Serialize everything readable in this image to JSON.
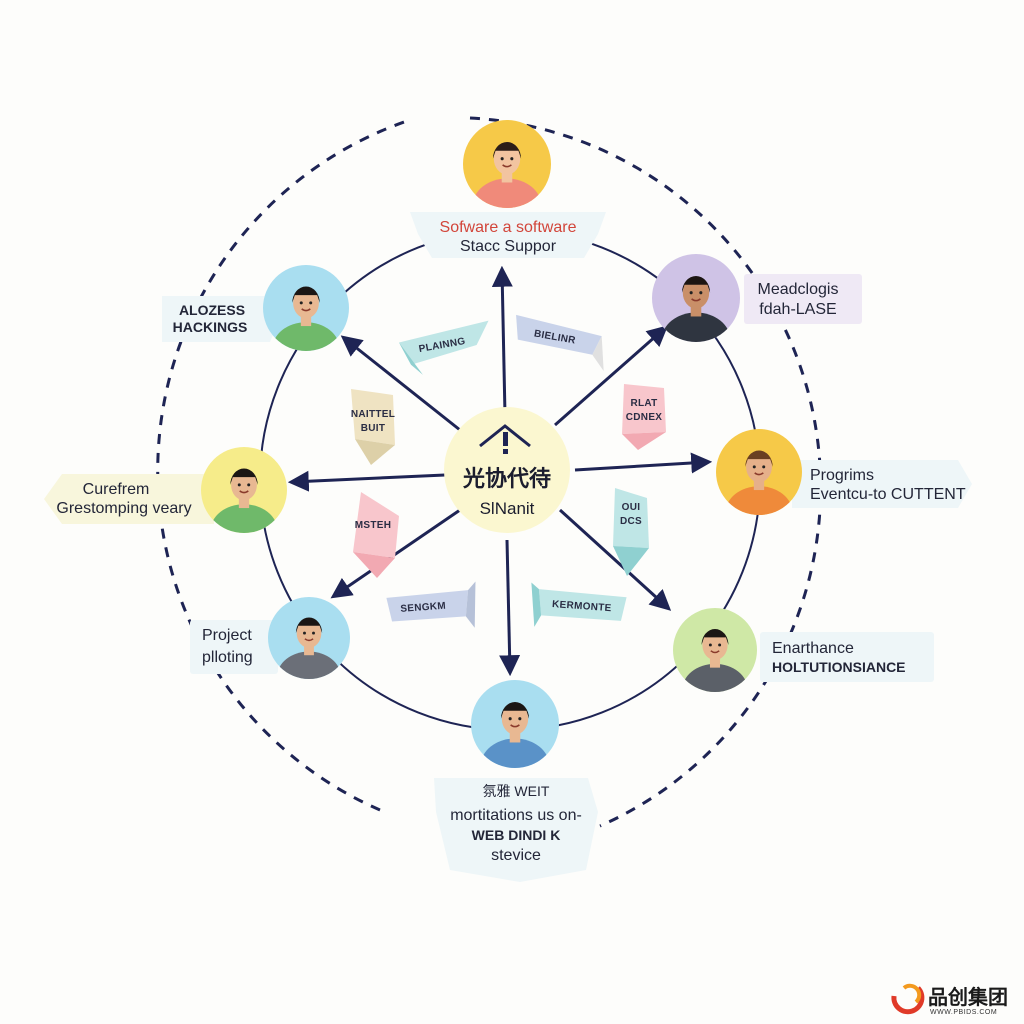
{
  "center": {
    "title": "光协代待",
    "subtitle": "SlNanit",
    "icon": "warning-house-icon"
  },
  "nodes": [
    {
      "id": "top",
      "lines": [
        "Sofware a software",
        "Stacc Suppor"
      ],
      "colors": {
        "bg": "#f6c948",
        "shirt": "#f08a7a",
        "skin": "#f2c4a0",
        "hair": "#2b1d18"
      }
    },
    {
      "id": "upper-right",
      "lines": [
        "Meadclogis",
        "fdah-LASE"
      ],
      "colors": {
        "bg": "#cfc3e6",
        "shirt": "#2f3540",
        "skin": "#c98f68",
        "hair": "#1c1512"
      }
    },
    {
      "id": "right",
      "lines": [
        "Progrims",
        "Eventcu-to CUTTENT"
      ],
      "colors": {
        "bg": "#f6c948",
        "shirt": "#ef8a3a",
        "skin": "#e6b08a",
        "hair": "#6a3f22"
      }
    },
    {
      "id": "lower-right",
      "lines": [
        "Enarthance",
        "HOLTUTIONSIANCE"
      ],
      "colors": {
        "bg": "#cfe8a6",
        "shirt": "#5b6068",
        "skin": "#e8b892",
        "hair": "#1b1614"
      }
    },
    {
      "id": "bottom",
      "lines": [
        "氛雅 WEIT",
        "mortitations us on-",
        "WEB DINDI K",
        "stevice"
      ],
      "colors": {
        "bg": "#a9def0",
        "shirt": "#5a92c8",
        "skin": "#e8b892",
        "hair": "#1b1614"
      }
    },
    {
      "id": "lower-left",
      "lines": [
        "Project",
        "plloting"
      ],
      "colors": {
        "bg": "#a9def0",
        "shirt": "#6b6f78",
        "skin": "#e8b892",
        "hair": "#1b1614"
      }
    },
    {
      "id": "left",
      "lines": [
        "Curefrem",
        "Grestomping veary"
      ],
      "colors": {
        "bg": "#f6ec8a",
        "shirt": "#6fb96a",
        "skin": "#e8b892",
        "hair": "#1b1614"
      }
    },
    {
      "id": "upper-left",
      "lines": [
        "ALOZESS",
        "HACKINGS"
      ],
      "colors": {
        "bg": "#a9def0",
        "shirt": "#6fb96a",
        "skin": "#e8b892",
        "hair": "#1b1614"
      }
    }
  ],
  "tags": [
    {
      "text": "PLAINNG",
      "color": "#bfe6e6"
    },
    {
      "text": "BIELINR",
      "color": "#c9d3ea"
    },
    {
      "text": "NAITTEL BUIT",
      "color": "#efe3c2"
    },
    {
      "text": "RLAT CDNEX",
      "color": "#f8c6cc"
    },
    {
      "text": "MSTEH",
      "color": "#f8c6cc"
    },
    {
      "text": "OUI DCS",
      "color": "#bfe6e6"
    },
    {
      "text": "SENGKM",
      "color": "#c9d3ea"
    },
    {
      "text": "KERMONTE",
      "color": "#bfe6e6"
    }
  ],
  "watermark": {
    "brand": "品创集团",
    "url": "WWW.PBIDS.COM",
    "colors": {
      "primary": "#e03a28",
      "secondary": "#f39a1f"
    }
  },
  "colors": {
    "line": "#1e2454",
    "dash": "#1e2454",
    "center_bg": "#fbf7d0",
    "label_bg": "#eef6f8"
  }
}
